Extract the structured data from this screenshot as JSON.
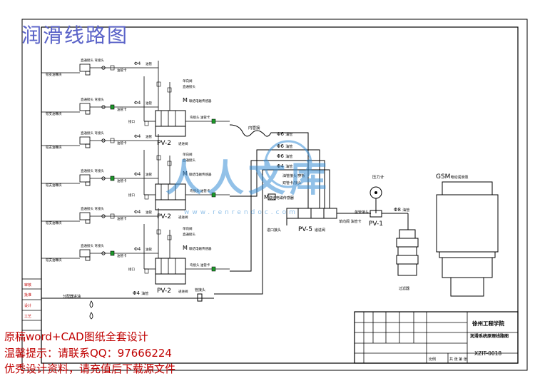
{
  "title": "润滑线路图",
  "watermark_lines": [
    "原稿word+CAD图纸全套设计",
    "温馨提示：请联系QQ：97666224",
    "优秀设计资料，请充值后下载源文件"
  ],
  "logo": {
    "text": "人人文库",
    "url": "www.renrendoc.com"
  },
  "colors": {
    "line": "#000000",
    "title": "#5a63c8",
    "watermark": "#c00000",
    "logo": "#3a8fd6",
    "valve_green": "#1c9a2a",
    "stamp": "#c00000"
  },
  "labels": {
    "pv2": "PV-2",
    "pv2_suffix": "递进阀",
    "pv5": "PV-5",
    "pv5_suffix": "递进阀",
    "pv1": "PV-1",
    "gsm": "GSM",
    "gsm_note": "电动润滑泵",
    "pressure_gauge": "压力计",
    "pipe_d4": "Φ4",
    "pipe_d6": "Φ6",
    "pipe_d8": "Φ8",
    "pipe_unit": "油管",
    "m_sensor": "M",
    "m_sensor_note": "联结电磁传感器",
    "left_terminals": [
      "铰支油嘴块",
      "铰支油嘴块",
      "铰支油嘴块",
      "铰支油嘴块",
      "铰支油嘴块",
      "铰支油嘴块"
    ],
    "inlet_label": "接口",
    "inlet_note": "进口接头",
    "straight_joint": "直通接头",
    "bend_joint": "弯接头",
    "oil_pipe_card": "油管卡",
    "check_valve": "单向阀",
    "filter": "过滤器",
    "bottom_label": "分配器进油",
    "fitting_note": "管接头"
  },
  "title_block": {
    "company": "徐州工程学院",
    "drawing_name": "润滑系统原理线路图",
    "drawing_no": "XZIT-0018",
    "scale_label": "比例",
    "sheet_label": "共 张 第 张"
  },
  "stamp_labels": [
    "审核",
    "批准",
    "设计",
    "工艺"
  ]
}
